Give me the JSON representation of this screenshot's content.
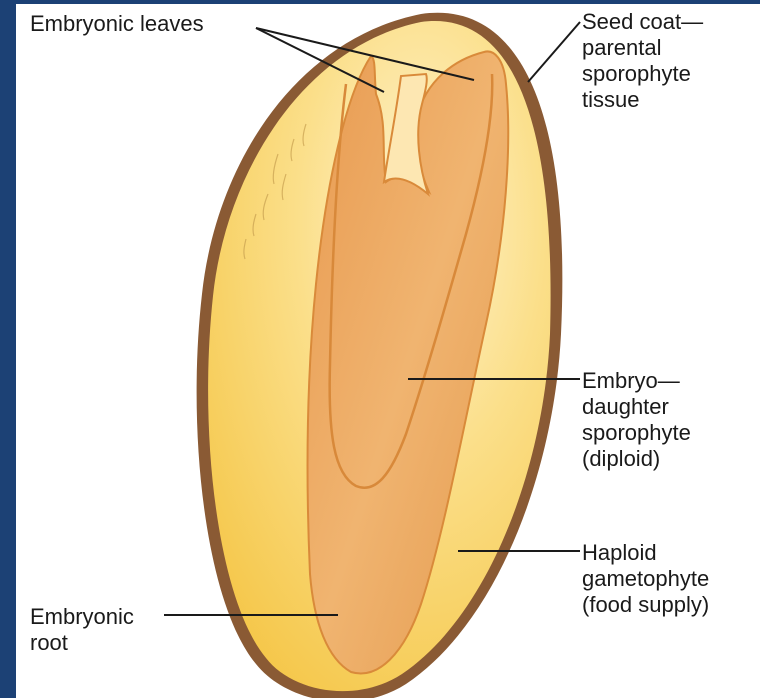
{
  "labels": {
    "embryonic_leaves": [
      "Embryonic leaves"
    ],
    "seed_coat": [
      "Seed coat—",
      "parental",
      "sporophyte",
      "tissue"
    ],
    "embryo": [
      "Embryo—",
      "daughter",
      "sporophyte",
      "(diploid)"
    ],
    "gametophyte": [
      "Haploid",
      "gametophyte",
      "(food supply)"
    ],
    "embryonic_root": [
      "Embryonic",
      "root"
    ]
  },
  "colors": {
    "background_border": "#1c4175",
    "seed_coat": "#8a5a34",
    "endosperm": "#f7cf58",
    "endosperm_light": "#fde9a8",
    "embryo": "#eda85c",
    "embryo_outline": "#d98a3a",
    "leader_line": "#1a1a1a"
  }
}
